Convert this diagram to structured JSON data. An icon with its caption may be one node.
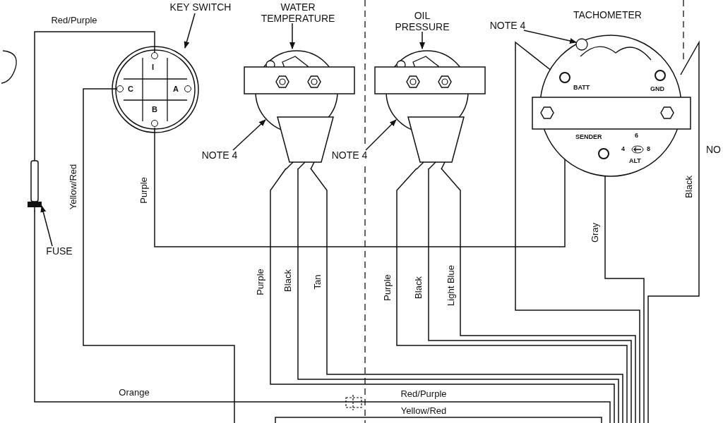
{
  "diagram": {
    "nodes": [
      {
        "text": [
          "KEY SWITCH"
        ]
      },
      {
        "text": [],
        "shape": "circle"
      },
      {
        "text": [
          "I"
        ],
        "in": 1
      },
      {
        "text": [
          "C"
        ],
        "in": 1
      },
      {
        "text": [
          "A"
        ],
        "in": 1
      },
      {
        "text": [
          "B"
        ],
        "in": 1
      },
      {
        "text": [
          "WATER TEMPERATURE"
        ]
      },
      {
        "text": [],
        "shape": "picture"
      },
      {
        "text": [
          "NOTE 4"
        ]
      },
      {
        "text": [
          "OIL PRESSURE"
        ]
      },
      {
        "text": [],
        "shape": "picture"
      },
      {
        "text": [
          "NOTE 4"
        ]
      },
      {
        "text": [
          "TACHOMETER"
        ]
      },
      {
        "text": [
          "BATT"
        ],
        "in": 12
      },
      {
        "text": [
          "GND"
        ],
        "in": 12
      },
      {
        "text": [
          "SENDER"
        ],
        "in": 12
      },
      {
        "text": [
          "6",
          "4",
          "8",
          "ALT"
        ],
        "in": 12
      },
      {
        "text": [
          "NOTE 4"
        ]
      },
      {
        "text": [],
        "shape": "cylinder"
      },
      {
        "text": [
          "FUSE"
        ]
      }
    ],
    "edges": [
      {
        "from": 0,
        "to": 1,
        "arrow": "to"
      },
      {
        "from": 6,
        "to": 7,
        "arrow": "to"
      },
      {
        "from": 8,
        "to": 7,
        "arrow": "to"
      },
      {
        "from": 9,
        "to": 10,
        "arrow": "to"
      },
      {
        "from": 11,
        "to": 10,
        "arrow": "to"
      },
      {
        "from": 17,
        "to": 12,
        "arrow": "to"
      },
      {
        "from": 19,
        "to": 18,
        "arrow": "to"
      },
      {
        "from": 18,
        "to": 2,
        "arrow": "none",
        "label": "Red/Purple"
      },
      {
        "from": 3,
        "to": null,
        "arrow": "none",
        "label": "Yellow/Red"
      },
      {
        "from": 5,
        "to": 13,
        "arrow": "none",
        "label": "Purple"
      },
      {
        "from": 18,
        "to": null,
        "arrow": "none",
        "label": "Orange"
      },
      {
        "from": 7,
        "to": null,
        "arrow": "none",
        "label": "Purple"
      },
      {
        "from": 7,
        "to": null,
        "arrow": "none",
        "label": "Black"
      },
      {
        "from": 7,
        "to": null,
        "arrow": "none",
        "label": "Tan"
      },
      {
        "from": 10,
        "to": null,
        "arrow": "none",
        "label": "Purple"
      },
      {
        "from": 10,
        "to": null,
        "arrow": "none",
        "label": "Black"
      },
      {
        "from": 10,
        "to": null,
        "arrow": "none",
        "label": "Light Blue"
      },
      {
        "from": 15,
        "to": null,
        "arrow": "none",
        "label": "Gray"
      },
      {
        "from": 14,
        "to": null,
        "arrow": "none",
        "label": "Black"
      },
      {
        "from": 13,
        "to": null,
        "arrow": "none"
      }
    ],
    "labels": [
      "NO",
      "Red/Purple",
      "Yellow/Red"
    ]
  }
}
